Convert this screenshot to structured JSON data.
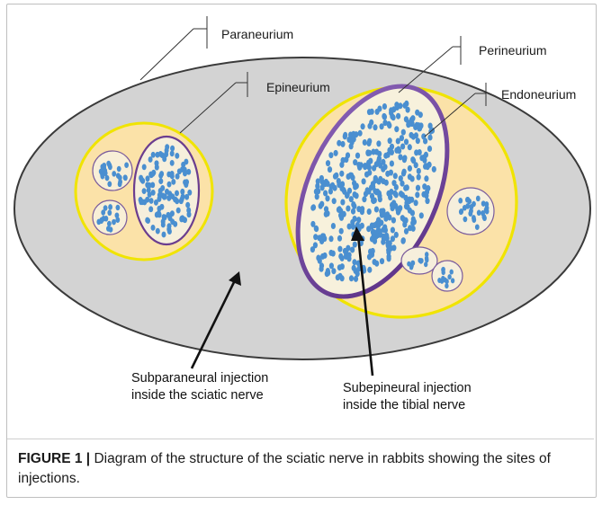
{
  "labels": {
    "paraneurium": "Paraneurium",
    "epineurium": "Epineurium",
    "perineurium": "Perineurium",
    "endoneurium": "Endoneurium"
  },
  "injections": {
    "subparaneural_line1": "Subparaneural injection",
    "subparaneural_line2": "inside the sciatic nerve",
    "subepineural_line1": "Subepineural injection",
    "subepineural_line2": "inside the tibial nerve"
  },
  "caption": {
    "figure_label": "FIGURE 1 |",
    "text": " Diagram of the structure of the sciatic nerve in rabbits showing the sites of injections."
  },
  "colors": {
    "outer_nerve_fill": "#d2d2d2",
    "outer_nerve_stroke": "#3a3a3a",
    "fascicle_fill": "#fbe2a8",
    "fascicle_stroke": "#f2e600",
    "perineurium_stroke": "#6b3d8f",
    "axon_fill": "#4a8fd0",
    "inner_fill": "#f7f1dc"
  }
}
